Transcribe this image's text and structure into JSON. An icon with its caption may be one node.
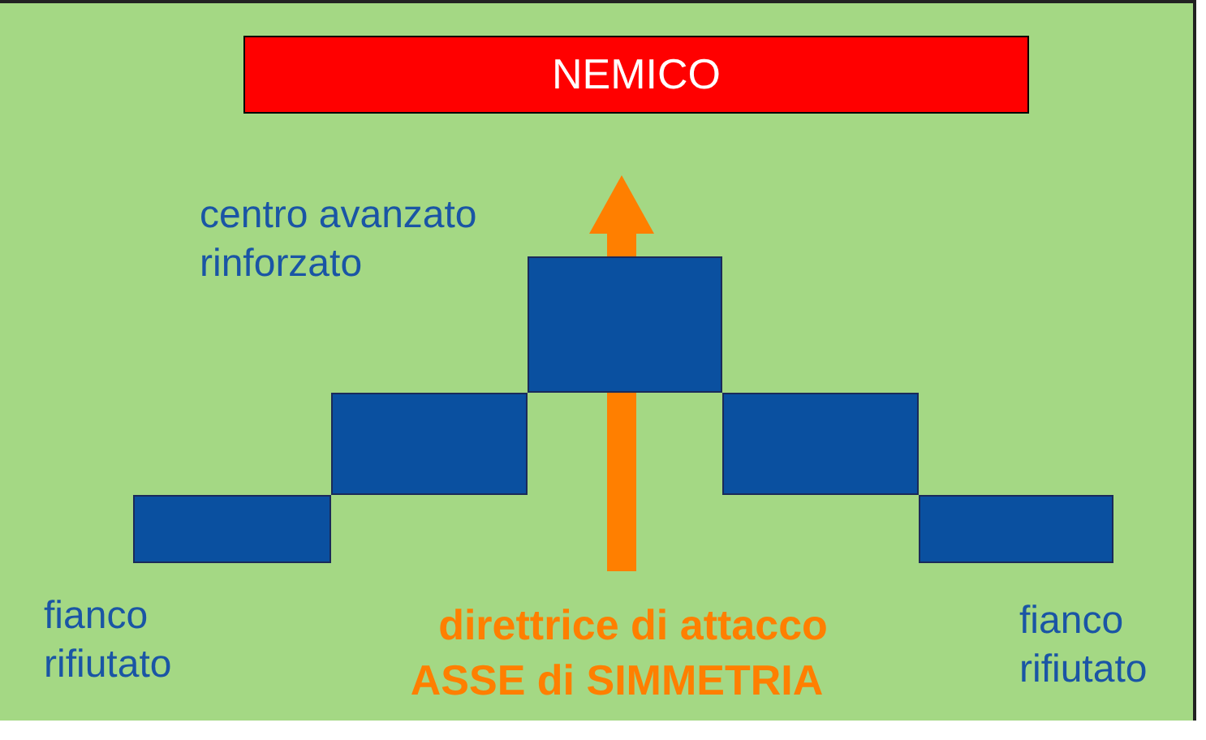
{
  "diagram": {
    "nodes": [
      {
        "text": [
          "NEMICO"
        ]
      },
      {
        "text": [],
        "shape": "box",
        "beside": [
          "fianco rifiutato"
        ]
      },
      {
        "text": [],
        "shape": "box"
      },
      {
        "text": [],
        "shape": "box",
        "beside": [
          "centro avanzato rinforzato"
        ]
      },
      {
        "text": [],
        "shape": "box"
      },
      {
        "text": [],
        "shape": "box",
        "beside": [
          "fianco rifiutato"
        ]
      }
    ],
    "labels": [
      "direttrice di attacco",
      "ASSE di SIMMETRIA"
    ]
  }
}
